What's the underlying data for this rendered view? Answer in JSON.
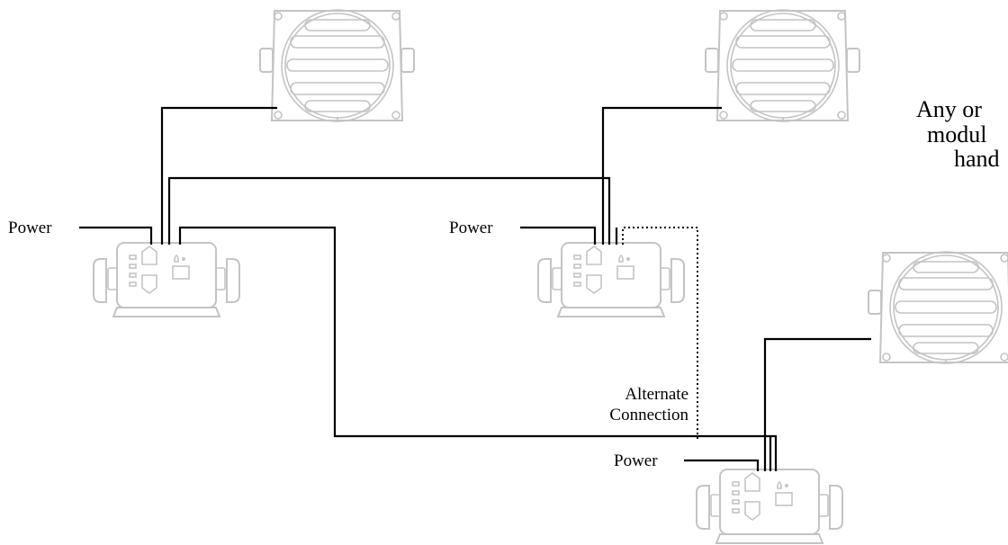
{
  "labels": {
    "power": "Power",
    "alternate_line1": "Alternate",
    "alternate_line2": "Connection"
  },
  "caption": {
    "line1": "Any or",
    "line2": "modul",
    "line3": "hand"
  },
  "colors": {
    "wire": "#000000",
    "device_outline": "#c4c4c4",
    "background": "#ffffff"
  },
  "icons": {
    "speaker": "speaker-icon",
    "module": "intercom-module-icon"
  }
}
